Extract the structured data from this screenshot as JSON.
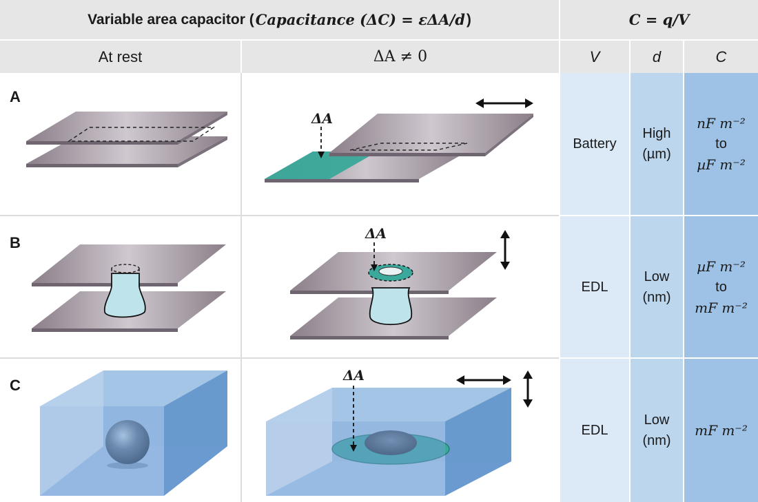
{
  "header": {
    "title_prefix": "Variable area capacitor (",
    "title_formula": "Capacitance (ΔC) = εΔA/d",
    "title_suffix": ")",
    "cqv_formula": "C = q/V",
    "col_at_rest": "At rest",
    "col_delta_a": "ΔA ≠ 0",
    "col_v": "V",
    "col_d": "d",
    "col_c": "C"
  },
  "rows": [
    {
      "label": "A",
      "delta_label": "ΔA",
      "v": "Battery",
      "d_line1": "High",
      "d_line2": "(µm)",
      "c_line1": "nF m⁻²",
      "c_to": "to",
      "c_line2": "µF m⁻²"
    },
    {
      "label": "B",
      "delta_label": "ΔA",
      "v": "EDL",
      "d_line1": "Low",
      "d_line2": "(nm)",
      "c_line1": "µF m⁻²",
      "c_to": "to",
      "c_line2": "mF m⁻²"
    },
    {
      "label": "C",
      "delta_label": "ΔA",
      "v": "EDL",
      "d_line1": "Low",
      "d_line2": "(nm)",
      "c_line1": "mF m⁻²"
    }
  ],
  "colors": {
    "header_bg": "#e6e6e6",
    "col_v_bg": "#dce9f6",
    "col_d_bg": "#bcd6ee",
    "col_c_bg": "#9dc2e5",
    "plate": "#9a8f98",
    "teal": "#3aa89a",
    "water": "#5b8fc9"
  }
}
